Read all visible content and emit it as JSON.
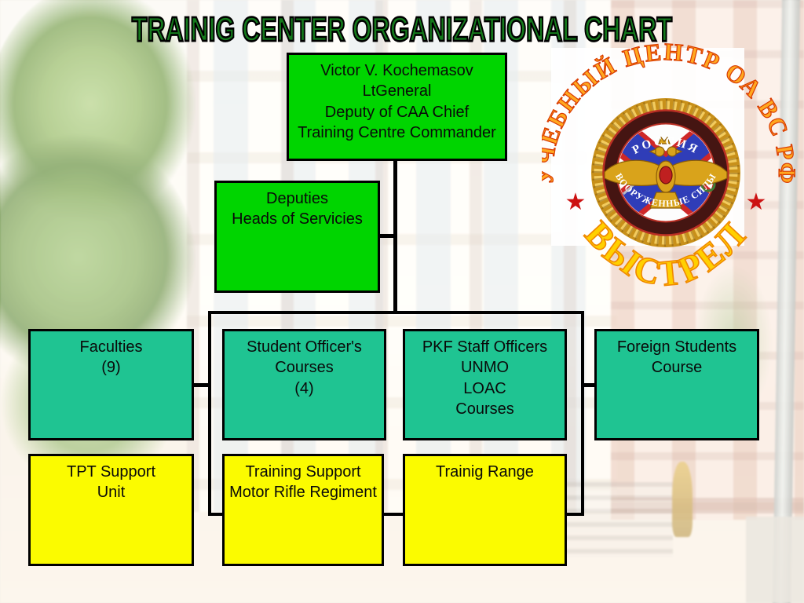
{
  "slide": {
    "title": "TRAINIG CENTER ORGANIZATIONAL CHART"
  },
  "boxes": {
    "commander": {
      "lines": [
        "Victor V. Kochemasov",
        "LtGeneral",
        "Deputy of CAA Chief",
        "Training Centre Commander"
      ]
    },
    "deputies": {
      "lines": [
        "Deputies",
        "Heads of Servicies"
      ]
    },
    "faculties": {
      "lines": [
        "Faculties",
        "(9)"
      ]
    },
    "student_officers": {
      "lines": [
        "Student Officer's",
        "Courses",
        "(4)"
      ]
    },
    "pkf": {
      "lines": [
        "PKF Staff Officers",
        "UNMO",
        "LOAC",
        "Courses"
      ]
    },
    "foreign_students": {
      "lines": [
        "Foreign Students",
        "Course"
      ]
    },
    "tpt_support": {
      "lines": [
        "TPT Support",
        "Unit"
      ]
    },
    "training_support": {
      "lines": [
        "Training Support",
        "Motor Rifle Regiment"
      ]
    },
    "trainig_range": {
      "lines": [
        "Trainig Range"
      ]
    }
  },
  "emblem": {
    "arc_title": "УЧЕБНЫЙ ЦЕНТР ОА ВС РФ",
    "ring_top": "РОССИЯ",
    "ring_bottom": "ВООРУЖЕННЫЕ СИЛЫ",
    "banner": "ВЫСТРЕЛ",
    "star": "★"
  },
  "colors": {
    "title_green": "#147a1c",
    "level1_green": "#00d500",
    "level2_teal": "#1fc492",
    "level3_yellow": "#fbfb00",
    "arc_orange": "#ffa820",
    "banner_yellow": "#ffd000",
    "star_red": "#cc1212"
  }
}
